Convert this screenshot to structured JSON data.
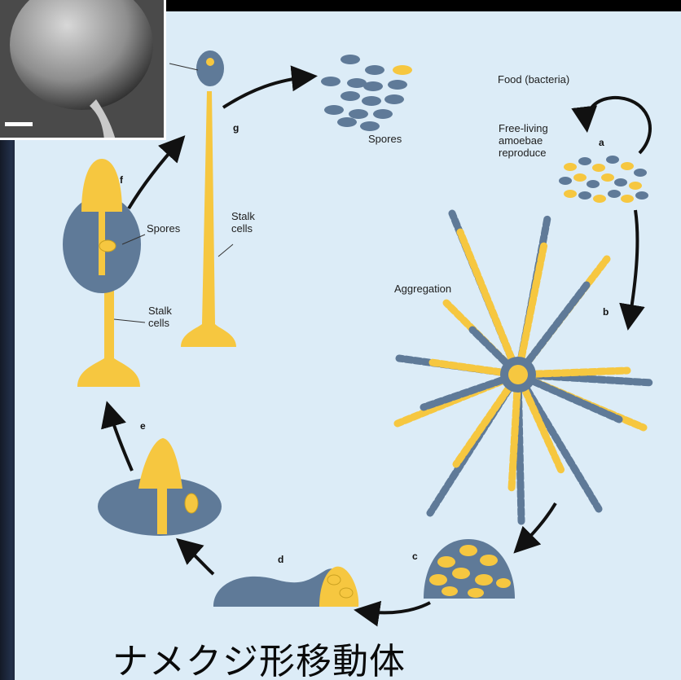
{
  "labels": {
    "food": "Food (bacteria)",
    "free_living": "Free-living\namoebae\nreproduce",
    "aggregation": "Aggregation",
    "spores_top": "Spores",
    "spores_f": "Spores",
    "stalk_f": "Stalk\ncells",
    "stalk_g": "Stalk\ncells"
  },
  "stages": {
    "a": "a",
    "b": "b",
    "c": "c",
    "d": "d",
    "e": "e",
    "f": "f",
    "g": "g"
  },
  "caption": "ナメクジ形移動体",
  "colors": {
    "background": "#dcecf7",
    "slate_cell": "#5f7a98",
    "yellow_cell": "#f6c740",
    "arrow": "#111111"
  }
}
